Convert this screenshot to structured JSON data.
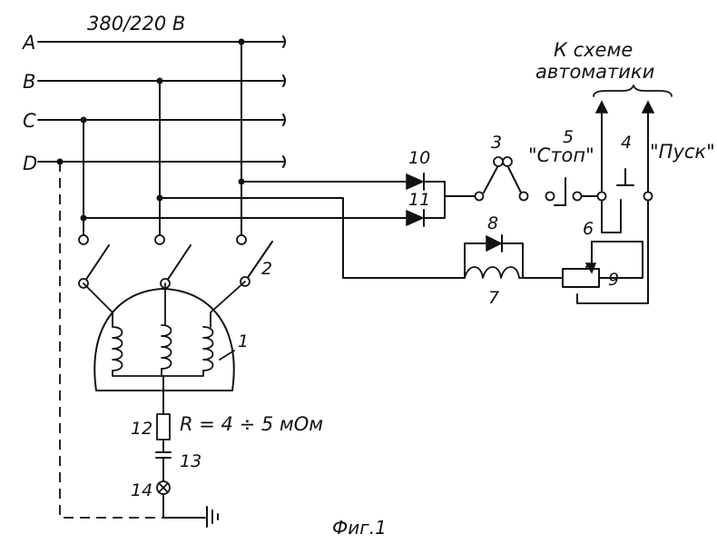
{
  "supply": {
    "voltage": "380/220 В"
  },
  "lines": {
    "a": "A",
    "b": "B",
    "c": "C",
    "d": "D"
  },
  "automation": {
    "line1": "К схеме",
    "line2": "автоматики"
  },
  "buttons": {
    "stop": "\"Стоп\"",
    "start": "\"Пуск\""
  },
  "resistance": "R = 4 ÷ 5 мОм",
  "components": {
    "n1": "1",
    "n2": "2",
    "n3": "3",
    "n4": "4",
    "n5": "5",
    "n6": "6",
    "n7": "7",
    "n8": "8",
    "n9": "9",
    "n10": "10",
    "n11": "11",
    "n12": "12",
    "n13": "13",
    "n14": "14"
  },
  "caption": "Фиг.1"
}
